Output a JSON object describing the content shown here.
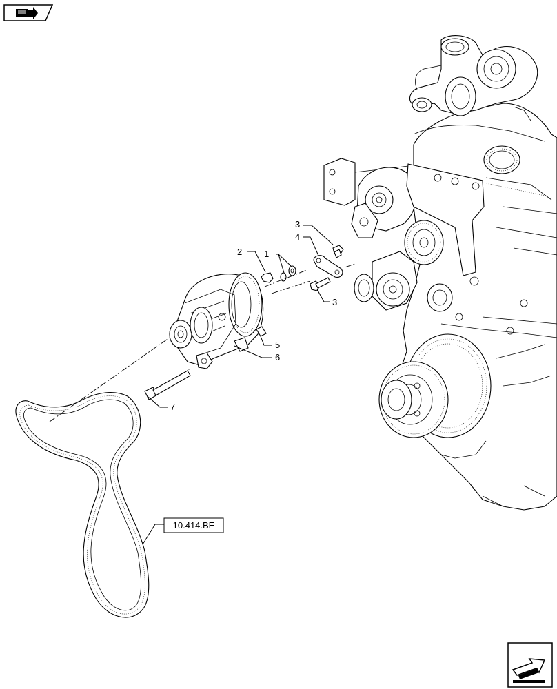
{
  "icons": {
    "top_left": "book-with-arrow-icon",
    "bottom_right": "next-page-arrow-icon"
  },
  "callouts": [
    {
      "id": "c1",
      "text": "1"
    },
    {
      "id": "c2",
      "text": "2"
    },
    {
      "id": "c3a",
      "text": "3"
    },
    {
      "id": "c3b",
      "text": "3"
    },
    {
      "id": "c4",
      "text": "4"
    },
    {
      "id": "c5",
      "text": "5"
    },
    {
      "id": "c6",
      "text": "6"
    },
    {
      "id": "c7",
      "text": "7"
    }
  ],
  "reference_box": {
    "text": "10.414.BE"
  }
}
